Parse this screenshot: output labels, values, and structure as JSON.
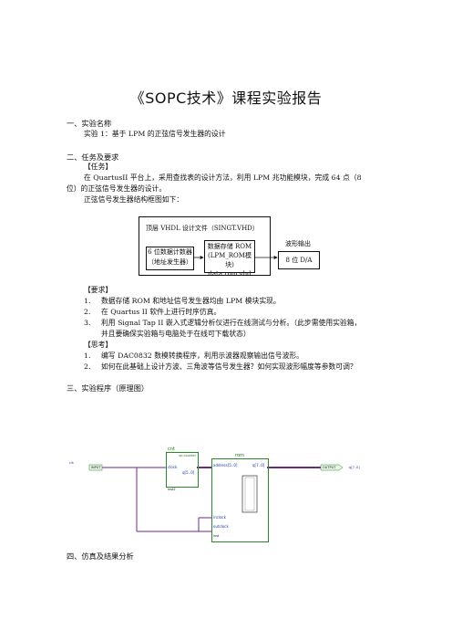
{
  "doc": {
    "title": "《SOPC技术》课程实验报告",
    "sections": {
      "name": {
        "heading": "一、实验名称",
        "text": "实验 1：基于 LPM 的正弦信号发生器的设计"
      },
      "task": {
        "heading": "二、任务及要求",
        "task_label": "【任务】",
        "task_text_1": "在 QuartusII 平台上，采用查找表的设计方法，利用 LPM 兆功能模块，完成 64 点（8",
        "task_text_2": "位）的正弦信号发生器的设计。",
        "task_text_3": "正弦信号发生器结构框图如下：",
        "req_label": "【要求】",
        "requirements": [
          {
            "num": "1.",
            "text": "数据存储 ROM 和地址信号发生器均由 LPM 模块实现。"
          },
          {
            "num": "2.",
            "text": "在 Quartus II 软件上进行时序仿真。"
          },
          {
            "num": "3.",
            "text": "利用 Signal Tap II 嵌入式逻辑分析仪进行在线测试与分析。（此步需使用实验箱，"
          }
        ],
        "req_cont": "并且要确保实验箱与电脑处于在线可下载状态）",
        "think_label": "【思考】",
        "thinking": [
          {
            "num": "1.",
            "text": "编写 DAC0832 数模转换程序，利用示波器观察输出信号波形。"
          },
          {
            "num": "2.",
            "text": "如何在此基础上设计方波、三角波等信号发生器？如何实现波形幅度等参数可调？"
          }
        ]
      },
      "program": {
        "heading": "三、实验程序（原理图）"
      },
      "sim": {
        "heading": "四、仿真及结果分析"
      }
    }
  },
  "block_diagram": {
    "top_label": "顶层 VHDL 设计文件（SINGT.VHD）",
    "counter_line1": "6 位数据计数器",
    "counter_line2": "（地址发生器）",
    "rom_line1": "数据存储 ROM",
    "rom_line2": "(LPM_ROM模块)",
    "rom_line3": "data rom.vhd",
    "output_label": "波形输出",
    "da_label": "8 位 D/A"
  },
  "schematic": {
    "input_name": "clk",
    "input_tag": "INPUT",
    "counter_title": "cnt",
    "counter_subtitle": "up counter",
    "counter_clock": "clock",
    "counter_q": "q[5..0]",
    "counter_inst": "inst2",
    "rom_title": "rom",
    "rom_address": "address[5..0]",
    "rom_q": "q[7..0]",
    "rom_inclock": "inclock",
    "rom_outclock": "outclock",
    "rom_inst": "inst",
    "output_tag": "OUTPUT",
    "output_name": "q[7..0]",
    "colors": {
      "wire": "#6a2a8a",
      "block_border": "#2a8a2a",
      "block_title": "#1a7a1a",
      "port_text": "#1a3aaa",
      "io_fill": "#e8f6e8"
    }
  }
}
